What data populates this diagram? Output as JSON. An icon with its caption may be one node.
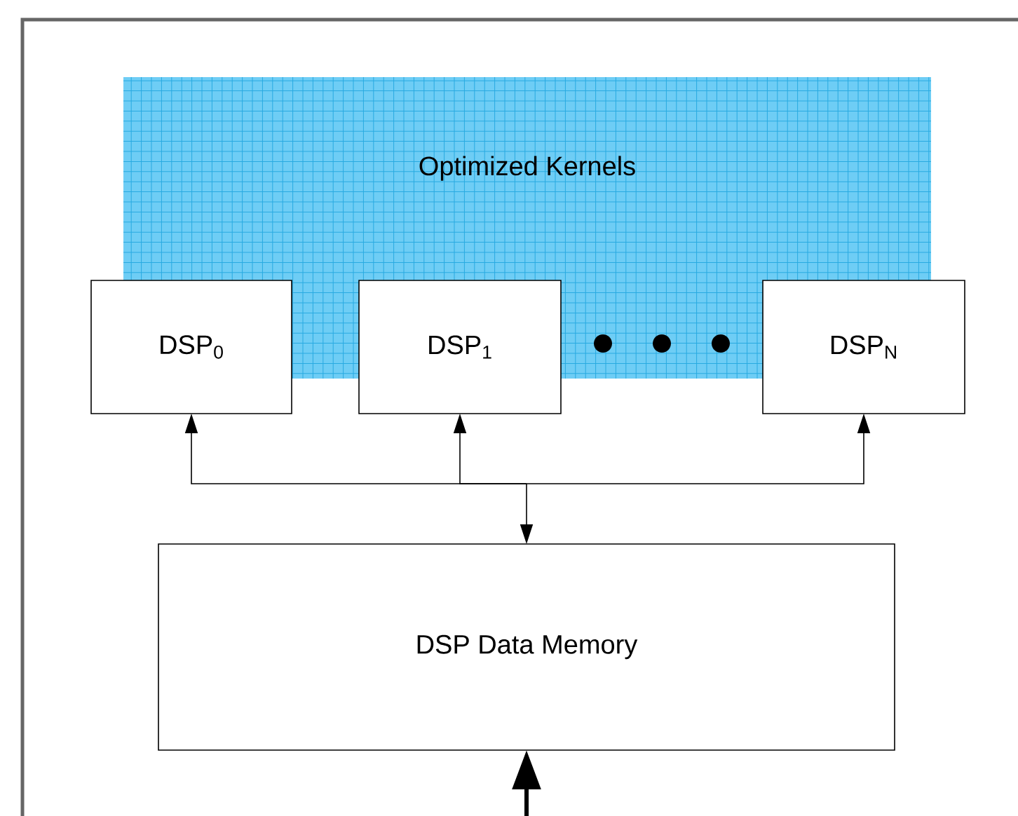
{
  "diagram": {
    "nodes": [
      {
        "text": [
          "Optimized Kernels"
        ]
      },
      {
        "text": [
          "DSP$_{0}$"
        ]
      },
      {
        "text": [
          "DSP$_{1}$"
        ]
      },
      {
        "text": [
          "DSP$_{N}$"
        ]
      },
      {
        "text": [
          "DSP Data Memory"
        ]
      }
    ],
    "edges": [
      {
        "from": 4,
        "to": 1,
        "arrow": "both"
      },
      {
        "from": 4,
        "to": 2,
        "arrow": "both"
      },
      {
        "from": 4,
        "to": 3,
        "arrow": "both"
      },
      {
        "from": null,
        "to": 4,
        "arrow": "to",
        "style": "thick"
      }
    ]
  }
}
